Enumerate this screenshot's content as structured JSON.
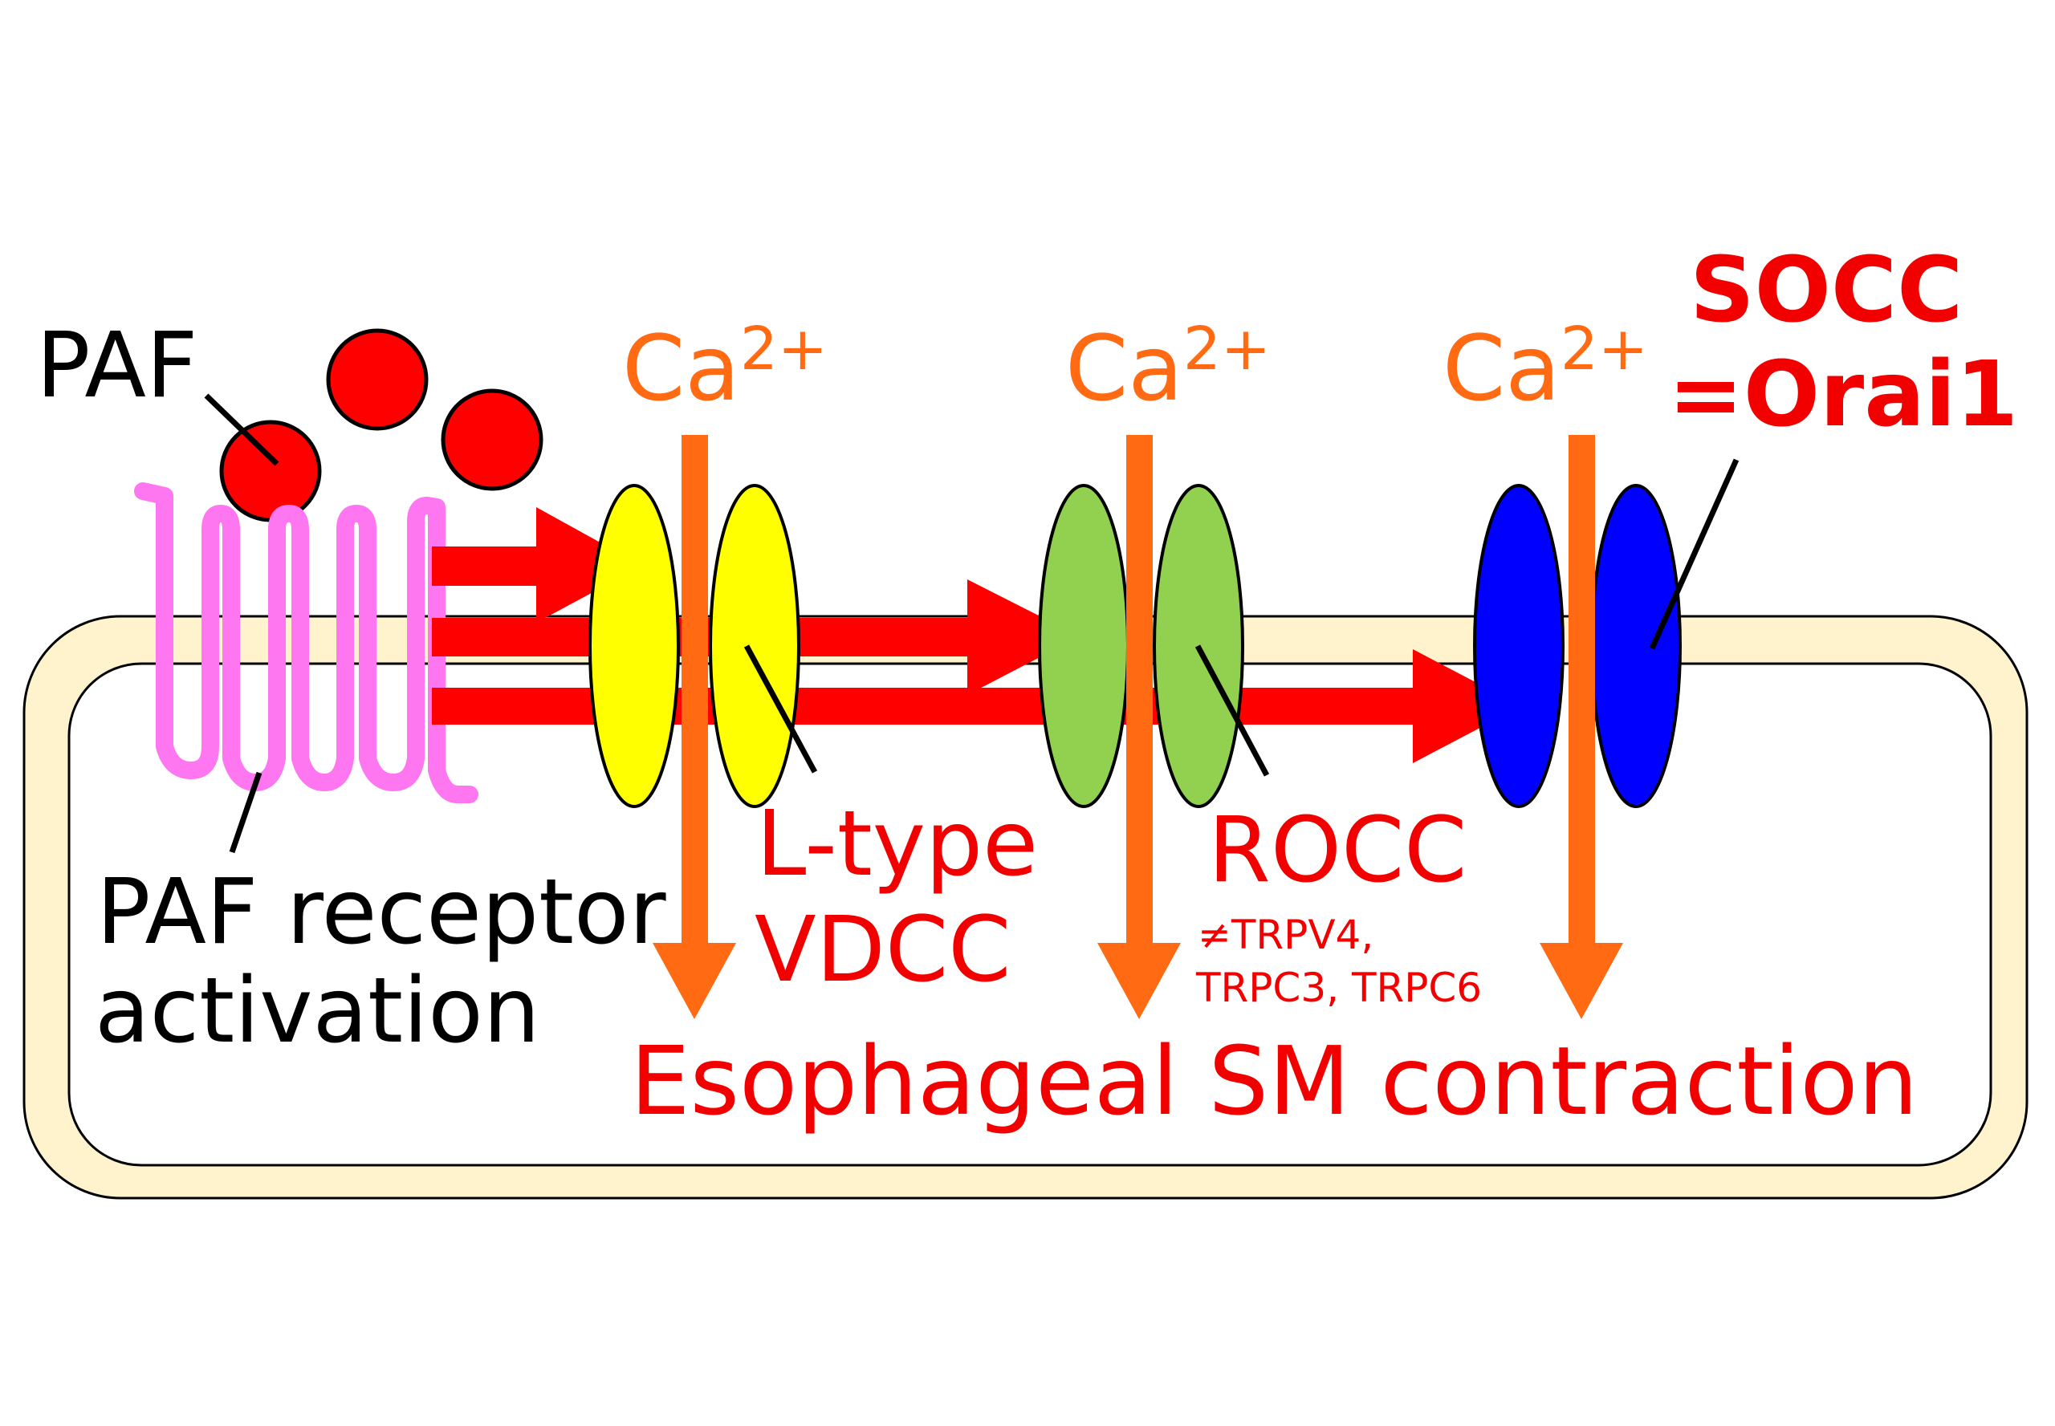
{
  "labels": {
    "paf": "PAF",
    "ca_1_base": "Ca",
    "ca_1_sup": "2+",
    "ca_2_base": "Ca",
    "ca_2_sup": "2+",
    "ca_3_base": "Ca",
    "ca_3_sup": "2+",
    "socc_line1": "SOCC",
    "socc_line2": "=Orai1",
    "receptor_line1": "PAF receptor",
    "receptor_line2": "activation",
    "ltype_line1": "L-type",
    "ltype_line2": "VDCC",
    "rocc": "ROCC",
    "rocc_note_line1": "≠TRPV4,",
    "rocc_note_line2": "TRPC3, TRPC6",
    "outcome": "Esophageal SM contraction"
  },
  "colors": {
    "membrane_fill": "#FFF3CE",
    "membrane_stroke": "#000000",
    "paf_molecule": "#FF0000",
    "receptor": "#FF77F0",
    "signal_arrow": "#FF0000",
    "calcium_arrow": "#FF6A13",
    "vdcc_channel": "#FFFF00",
    "rocc_channel": "#92D050",
    "socc_channel": "#0000FF",
    "label_red": "#F20000",
    "label_orange": "#FF6A13"
  }
}
